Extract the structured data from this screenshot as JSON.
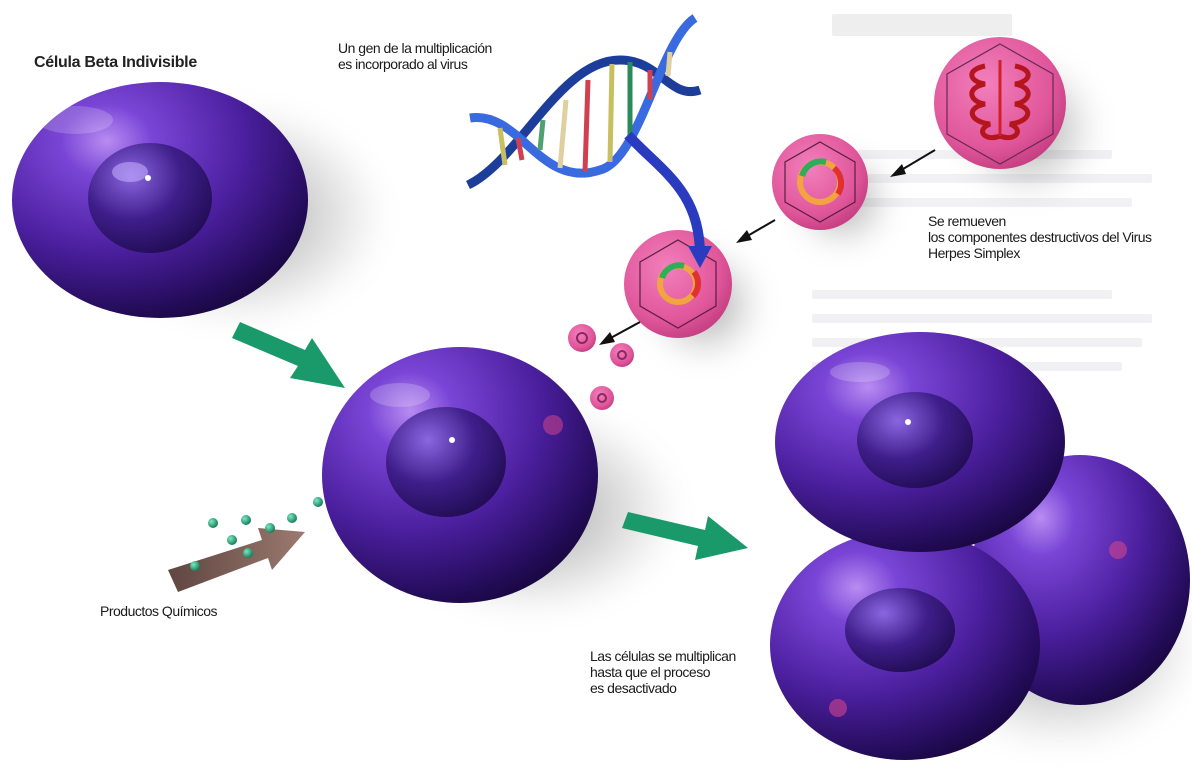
{
  "labels": {
    "title": "Célula Beta Indivisible",
    "gene_line1": "Un gen de la multiplicación",
    "gene_line2": "es incorporado al virus",
    "removed_line1": "Se remueven",
    "removed_line2": "los componentes destructivos del Virus",
    "removed_line3": "Herpes Simplex",
    "chemicals": "Productos Químicos",
    "multiply_line1": "Las células se multiplican",
    "multiply_line2": "hasta que el proceso",
    "multiply_line3": "es desactivado"
  },
  "colors": {
    "cell_purple": "#4b1f9e",
    "virus_pink": "#e0569a",
    "arrow_green": "#1a9a6a",
    "chemical_arrow": "#7a5a52",
    "dna_blue": "#2a4fb8"
  }
}
